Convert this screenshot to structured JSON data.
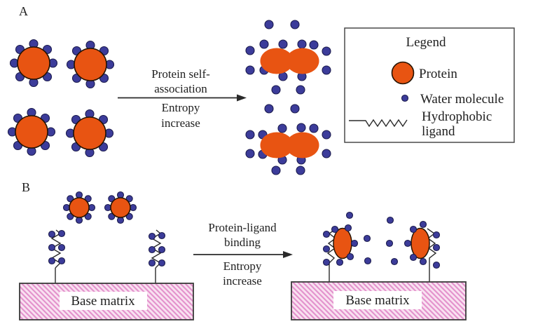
{
  "panel_a": {
    "label": "A",
    "arrow": {
      "line1": "Protein self-",
      "line2": "association",
      "line3": "Entropy",
      "line4": "increase"
    }
  },
  "legend": {
    "title": "Legend",
    "items": [
      {
        "symbol": "protein-icon",
        "label": "Protein"
      },
      {
        "symbol": "water-molecule-icon",
        "label": "Water molecule"
      },
      {
        "symbol": "hydrophobic-ligand-icon",
        "label": "Hydrophobic ligand",
        "label_line1": "Hydrophobic",
        "label_line2": "ligand"
      }
    ]
  },
  "panel_b": {
    "label": "B",
    "arrow": {
      "line1": "Protein-ligand",
      "line2": "binding",
      "line3": "Entropy",
      "line4": "increase"
    },
    "left_matrix": {
      "label": "Base matrix"
    },
    "right_matrix": {
      "label": "Base matrix"
    }
  },
  "colors": {
    "protein": "#e85412",
    "water": "#3c3c9a",
    "water-outline": "#1b1b4e",
    "outline": "#241303",
    "line": "#2a2a2a",
    "text": "#1f1f1f",
    "matrix-fill": "#f9e2f1",
    "matrix-hatch": "#e391cc"
  }
}
